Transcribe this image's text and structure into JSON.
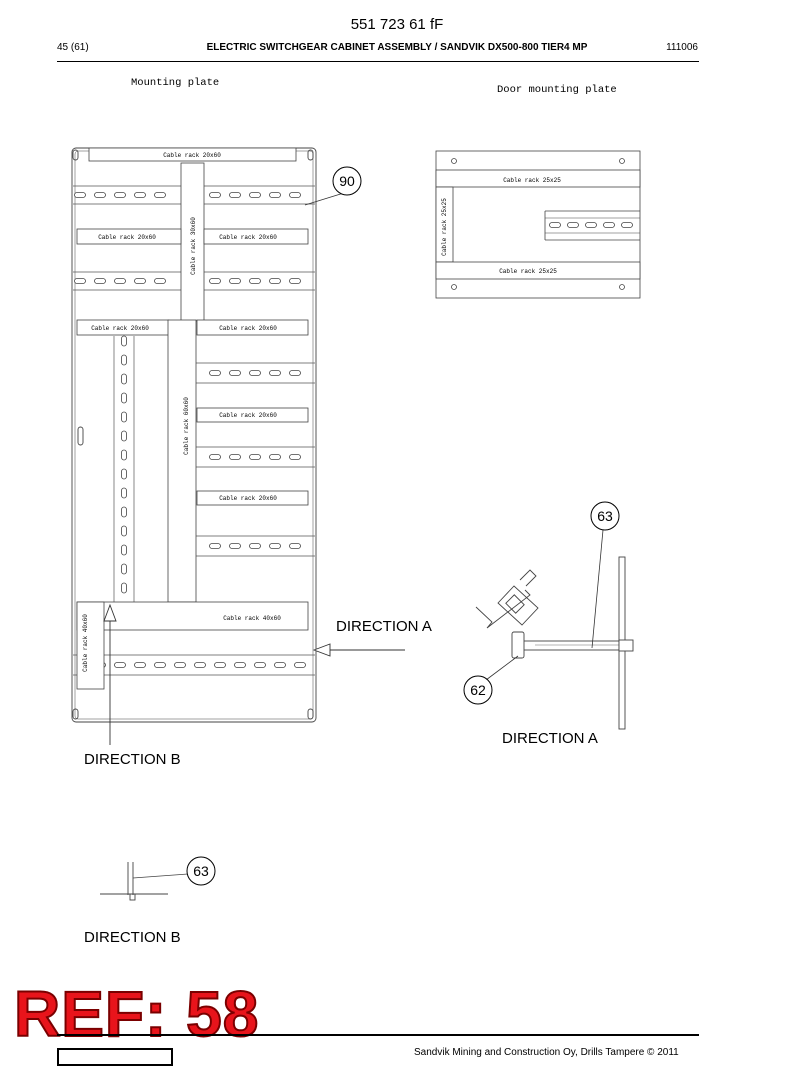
{
  "header": {
    "doc_number": "551 723 61 fF",
    "page": "45 (61)",
    "title": "ELECTRIC SWITCHGEAR CABINET ASSEMBLY / SANDVIK DX500-800 TIER4 MP",
    "code": "111006"
  },
  "drawing": {
    "mounting_plate_title": "Mounting plate",
    "door_plate_title": "Door mounting plate",
    "racks": {
      "top": "Cable rack 20x60",
      "vertical_upper": "Cable rack 30x60",
      "left_1": "Cable rack 20x60",
      "right_1": "Cable rack 20x60",
      "left_2": "Cable rack 20x60",
      "right_2": "Cable rack 20x60",
      "vertical_middle": "Cable rack 60x60",
      "right_3": "Cable rack 20x60",
      "right_4": "Cable rack 20x60",
      "bottom": "Cable rack 40x60",
      "bottom_vertical": "Cable rack 40x60",
      "door_top": "Cable rack 25x25",
      "door_vertical": "Cable rack 25x25",
      "door_bottom": "Cable rack 25x25"
    },
    "callouts": {
      "c90": "90",
      "c63_a": "63",
      "c62": "62",
      "c63_b": "63"
    },
    "labels": {
      "direction_a_arrow": "DIRECTION A",
      "direction_a_view": "DIRECTION A",
      "direction_b_arrow": "DIRECTION B",
      "direction_b_view": "DIRECTION B"
    }
  },
  "footer": {
    "ref_mark": "REF: 58",
    "company": "Sandvik Mining and Construction Oy, Drills Tampere © 2011"
  }
}
